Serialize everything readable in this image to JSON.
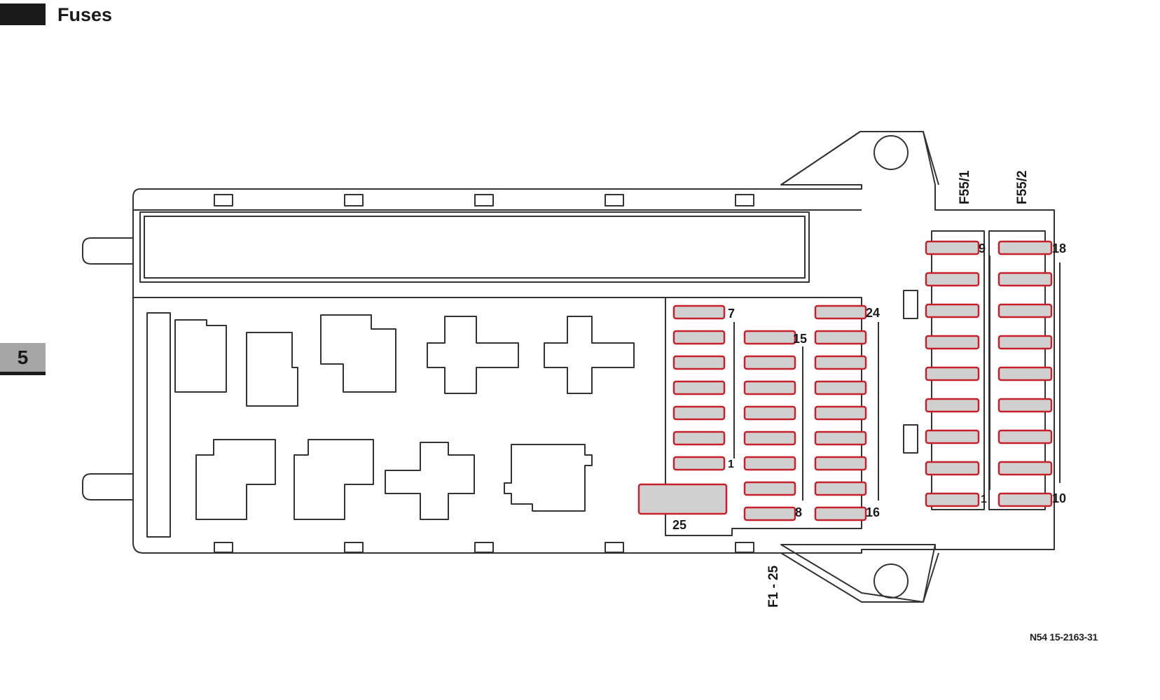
{
  "header": {
    "title": "Fuses"
  },
  "chapter_tab": {
    "number": "5"
  },
  "figure": {
    "reference_code": "N54 15-2163-31",
    "labels": {
      "group_f1_25": "F1 - 25",
      "group_f55_1": "F55/1",
      "group_f55_2": "F55/2"
    },
    "fuse_numbers": {
      "f1_col1_top": "7",
      "f1_col1_bottom": "1",
      "f1_col2_top": "15",
      "f1_col2_bottom": "8",
      "f1_col3_top": "24",
      "f1_col3_bottom": "16",
      "f1_large": "25",
      "f55_1_top": "9",
      "f55_1_bottom": "1",
      "f55_2_top": "18",
      "f55_2_bottom": "10"
    },
    "colors": {
      "outline": "#333333",
      "fuse_highlight": "#c8202a",
      "fuse_fill": "#d0d0d0"
    }
  }
}
